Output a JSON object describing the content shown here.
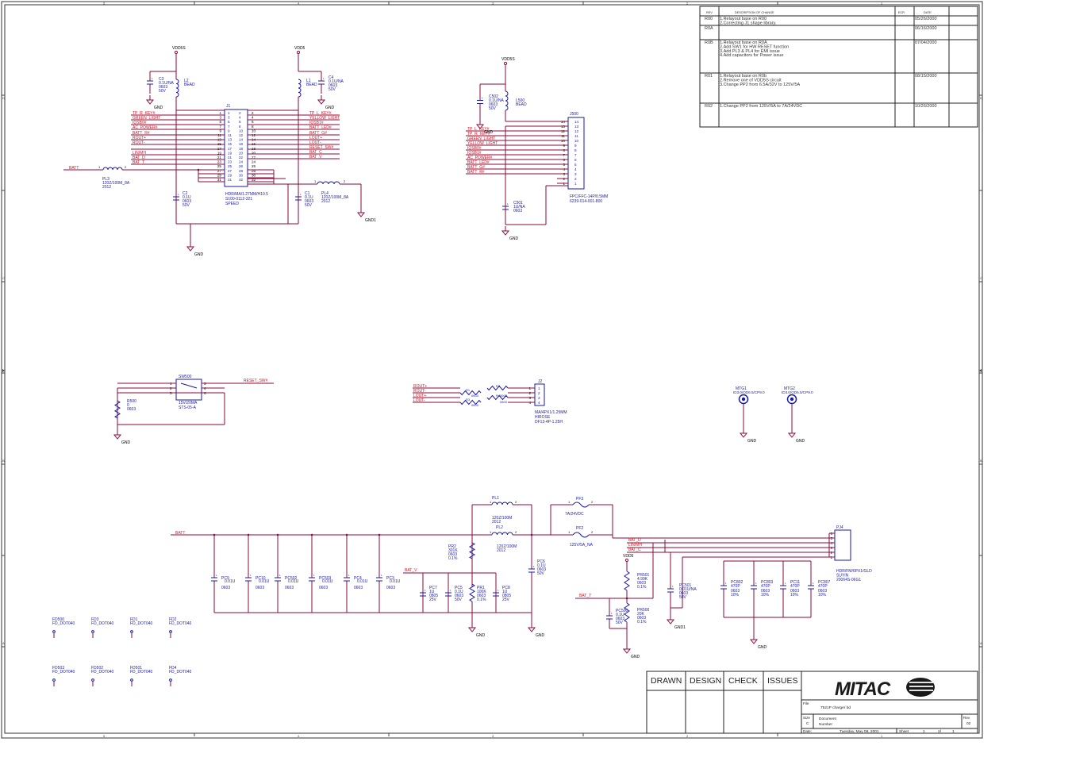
{
  "border": {
    "top_marks": [
      "5",
      "4",
      "3",
      "2",
      "1"
    ],
    "bottom_marks": [
      "5",
      "4",
      "3",
      "2",
      "1"
    ],
    "side_marks": [
      "D",
      "C",
      "B",
      "A"
    ]
  },
  "revision_table": {
    "headers": [
      "REV",
      "DESCRIPTION OF CHANGE",
      "ECR",
      "DATE"
    ],
    "rows": [
      {
        "rev": "R00",
        "lines": [
          "1.Relayout base on R00",
          "2.Correcting J1 shape library."
        ],
        "date": "05/26/2000"
      },
      {
        "rev": "R0A",
        "lines": [],
        "date": "06/16/2000"
      },
      {
        "rev": "R0B",
        "lines": [
          "1.Relayout base on R0A",
          "2.Add SW1 for HW RESET function",
          "3.Add PL3 & PL4 for EMI issue",
          "4.Add capacitors for Power issue"
        ],
        "date": "07/04/2000"
      },
      {
        "rev": "R01",
        "lines": [
          "1.Relayout base on R0b",
          "2.Remove one of VDD5S circuit",
          "3.Change PP2 from 6.5A/32V to 125V/5A"
        ],
        "date": "08/15/2000"
      },
      {
        "rev": "R02",
        "lines": [
          "1.Change PP2 from 125V/5A to 7A/24VDC"
        ],
        "date": "10/26/2000"
      }
    ]
  },
  "j1": {
    "ref": "J1",
    "desc": [
      "HDR/MA/1.27MM/H10.5",
      "S100-0112-321",
      "SPEED"
    ],
    "left_pins": [
      "1",
      "3",
      "5",
      "7",
      "9",
      "11",
      "13",
      "15",
      "17",
      "19",
      "21",
      "23",
      "25",
      "27",
      "29",
      "31"
    ],
    "right_pins": [
      "2",
      "4",
      "6",
      "8",
      "10",
      "12",
      "14",
      "16",
      "18",
      "20",
      "22",
      "24",
      "26",
      "28",
      "30",
      "32"
    ],
    "left_nets": [
      "TP_R_KEY#",
      "GREEN_LIGHT",
      "IQSB0#",
      "AC_POWER#",
      "BATT_R#",
      "ROUT+",
      "ROUT-",
      "",
      "LIN/MH",
      "BAT_D",
      "BAT_T"
    ],
    "right_nets": [
      "TP_L_KEY#",
      "YELLOW_LIGHT",
      "IQSB1#",
      "BATT_LED#",
      "BATT_G#",
      "LOUT+",
      "LOUT-",
      "RESET_SW#",
      "BAT_C",
      "BAT_V"
    ],
    "batt_net": "BATT",
    "gnd": "GND",
    "vdd5s": "VDD5S",
    "vdd5": "VDD5"
  },
  "j1_parts": {
    "c3": [
      "C3",
      "0.1U/NA",
      "0603",
      "50V"
    ],
    "l2": [
      "L2",
      "BEAD"
    ],
    "l1": [
      "L1",
      "BEAD"
    ],
    "c4": [
      "C4",
      "0.1U/NA",
      "0603",
      "50V"
    ],
    "pl3": [
      "PL3",
      "120Z/100M_8A",
      "2012"
    ],
    "c2": [
      "C2",
      "0.1U",
      "0603",
      "50V"
    ],
    "c1": [
      "C1",
      "0.1U",
      "0603",
      "50V"
    ],
    "pl4": [
      "PL4",
      "120Z/100M_8A",
      "2012"
    ],
    "gnd1": "GND1"
  },
  "j500": {
    "ref": "J500",
    "desc": [
      "FPC/FFC-14P/0.5MM",
      "6239-014-001-800"
    ],
    "pins": [
      "14",
      "13",
      "12",
      "11",
      "10",
      "9",
      "8",
      "7",
      "6",
      "5",
      "4",
      "3",
      "2",
      "1"
    ],
    "nets": [
      "TP_L_KEY#",
      "TP_R_KEY#",
      "GREEN_LIGHT",
      "YELLOW_LIGHT",
      "IQSB0#",
      "IQSB1#",
      "AC_POWER#",
      "BATT_LED#",
      "BATT_G#",
      "BATT_R#"
    ],
    "vdd5s": "VDD5S",
    "c502": [
      "C502",
      "0.1U/NA",
      "0603",
      "50V"
    ],
    "l500": [
      "L500",
      "BEAD"
    ],
    "c501": [
      "C501",
      "1U/NA",
      "0603"
    ],
    "gnd": "GND"
  },
  "sw500": {
    "ref": "SW500",
    "desc": [
      "15V/20MA",
      "STS-05-A"
    ],
    "pins": [
      "1",
      "2",
      "5",
      "3",
      "4",
      "6"
    ],
    "net": "RESET_SW#",
    "r500": [
      "R500",
      "0",
      "0603"
    ],
    "gnd": "GND"
  },
  "j2": {
    "ref": "J2",
    "desc": [
      "MA/4PX1/1.25MM",
      "HIROSE",
      "DF13-4P-1.25H"
    ],
    "nets": [
      "ROUT+",
      "ROUT-",
      "LOUT+",
      "LOUT-"
    ],
    "pins": [
      "1",
      "2",
      "3",
      "4"
    ],
    "r1": [
      "R1",
      "0",
      "0603"
    ],
    "r2": [
      "R2",
      "0",
      "0603"
    ],
    "r3": [
      "R3",
      "0",
      "0603"
    ],
    "r4": [
      "R4",
      "0",
      "0603"
    ]
  },
  "mtg": [
    {
      "ref": "MTG1",
      "desc": "ID3.0/OD6.5/CP9.0",
      "gnd": "GND"
    },
    {
      "ref": "MTG2",
      "desc": "ID3.0/OD6.5/CP9.0",
      "gnd": "GND"
    }
  ],
  "power": {
    "batt": "BATT",
    "caps": [
      {
        "ref": "PC9",
        "val": "0.01U",
        "pkg": "0603"
      },
      {
        "ref": "PC10",
        "val": "0.01U",
        "pkg": "0603"
      },
      {
        "ref": "PC502",
        "val": "0.01U",
        "pkg": "0603"
      },
      {
        "ref": "PC503",
        "val": "0.01U",
        "pkg": "0603"
      },
      {
        "ref": "PC4",
        "val": "0.01U",
        "pkg": "0603"
      },
      {
        "ref": "PC3",
        "val": "0.01U",
        "pkg": "0603"
      }
    ],
    "pl1": [
      "PL1",
      "120Z/100M",
      "2012"
    ],
    "pl2": [
      "PL2",
      "120Z/100M",
      "2012"
    ],
    "pr2": [
      "PR2",
      "301K",
      "0603",
      "0.1%"
    ],
    "bat_v": "BAT_V",
    "pc7": [
      "PC7",
      "1U",
      "0805",
      "25V"
    ],
    "pc5": [
      "PC5",
      "0.1U",
      "0603",
      "50V"
    ],
    "pr1": [
      "PR1",
      "100K",
      "0603",
      "0.1%"
    ],
    "pc8": [
      "PC8",
      "1U",
      "0805",
      "25V"
    ],
    "pc6": [
      "PC6",
      "0.1U",
      "0603",
      "50V"
    ],
    "gnd": "GND",
    "pf3": [
      "PF3",
      "7A/24VDC"
    ],
    "pf2": [
      "PF2",
      "125V/5A_NA"
    ],
    "vdd5": "VDD5",
    "pr501": [
      "PR501",
      "4.99K",
      "0603",
      "0.1%"
    ],
    "bat_t": "BAT_T",
    "pc500": [
      "PC500",
      "0.1U",
      "0603",
      "50V"
    ],
    "pr500": [
      "PR500",
      "20K",
      "0603",
      "0.1%"
    ],
    "pc501": [
      "PC501",
      "0.01U/NA",
      "0603",
      "50V"
    ],
    "gnd1": "GND1",
    "nets": [
      "BAT_D",
      "LIN/MH",
      "BAT_C"
    ],
    "filter_caps": [
      {
        "ref": "PC802",
        "val": "470P",
        "pkg": "0603",
        "tol": "10%"
      },
      {
        "ref": "PC803",
        "val": "470P",
        "pkg": "0603",
        "tol": "10%"
      },
      {
        "ref": "PC11",
        "val": "470P",
        "pkg": "0603",
        "tol": "10%"
      },
      {
        "ref": "PC807",
        "val": "470P",
        "pkg": "0603",
        "tol": "10%"
      }
    ],
    "pj4": {
      "ref": "PJ4",
      "pins": [
        "6",
        "5",
        "4",
        "3",
        "2",
        "1"
      ],
      "desc": [
        "HDR/FM/6PX1/GLD",
        "SUYIN",
        "20064S-06G1"
      ]
    }
  },
  "fiducials": [
    {
      "ref": "FD500",
      "val": "FD_DOT040"
    },
    {
      "ref": "FD3",
      "val": "FD_DOT040"
    },
    {
      "ref": "FD1",
      "val": "FD_DOT040"
    },
    {
      "ref": "FD2",
      "val": "FD_DOT040"
    },
    {
      "ref": "FD503",
      "val": "FD_DOT040"
    },
    {
      "ref": "FD502",
      "val": "FD_DOT040"
    },
    {
      "ref": "FD501",
      "val": "FD_DOT040"
    },
    {
      "ref": "FD4",
      "val": "FD_DOT040"
    }
  ],
  "title_block": {
    "sign_boxes": [
      "DRAWN",
      "DESIGN",
      "CHECK",
      "ISSUES"
    ],
    "logo": "MITAC",
    "file_label": "File",
    "file_value": "7521P charger bd",
    "size_label": "Size",
    "size_value": "C",
    "doc_label": "Document",
    "number_label": "Number",
    "rev_label": "Rev",
    "rev_value": "02",
    "date_label": "Date:",
    "date_value": "Tuesday, May 08, 2001",
    "sheet_label": "Sheet",
    "sheet_value": "1",
    "of_label": "of",
    "of_value": "1"
  },
  "colors": {
    "wire": "#8b0a3c",
    "part": "#1a1aa8",
    "netlabel": "#d4141e",
    "border": "#333333"
  }
}
